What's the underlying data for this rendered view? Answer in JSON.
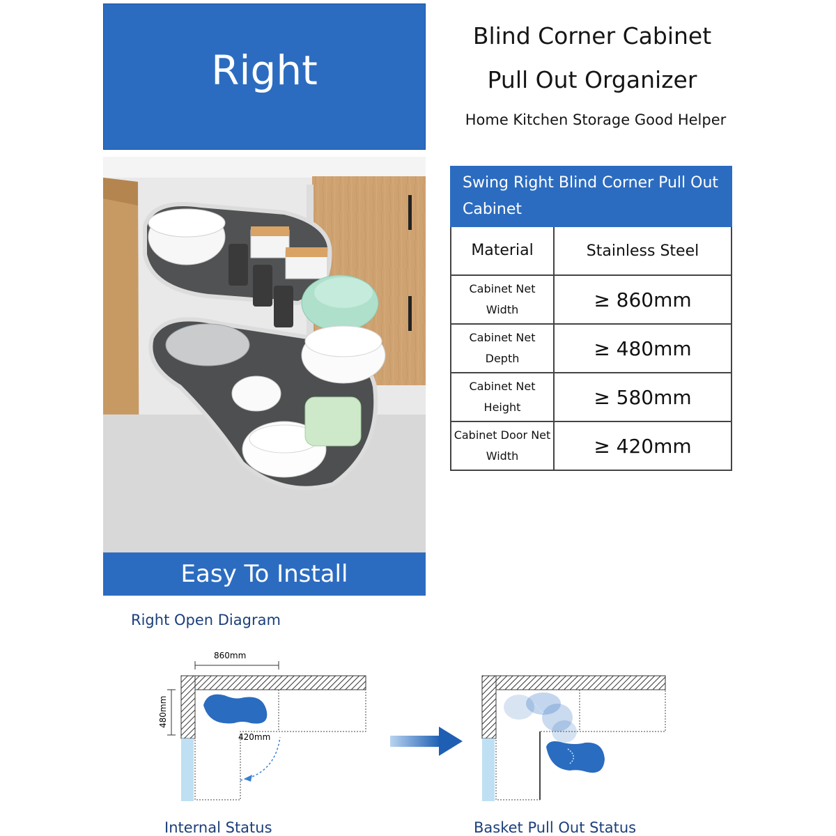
{
  "banner": {
    "title": "Right",
    "footer": "Easy To Install"
  },
  "heading": {
    "line1": "Blind Corner Cabinet",
    "line2": "Pull Out Organizer",
    "subtitle": "Home Kitchen Storage Good Helper"
  },
  "spec_table": {
    "header": "Swing Right Blind Corner Pull Out Cabinet",
    "rows": [
      {
        "label": "Material",
        "value": "Stainless Steel"
      },
      {
        "label": "Cabinet Net Width",
        "value": "≥ 860mm"
      },
      {
        "label": "Cabinet Net Depth",
        "value": "≥ 480mm"
      },
      {
        "label": "Cabinet Net Height",
        "value": "≥ 580mm"
      },
      {
        "label": "Cabinet Door Net Width",
        "value": "≥ 420mm"
      }
    ]
  },
  "diagram": {
    "title": "Right Open Diagram",
    "dim_width": "860mm",
    "dim_depth": "480mm",
    "dim_door": "420mm",
    "label_internal": "Internal Status",
    "label_pullout": "Basket Pull Out Status"
  },
  "colors": {
    "accent": "#2c6cc0",
    "basket": "#2a6cbf"
  }
}
